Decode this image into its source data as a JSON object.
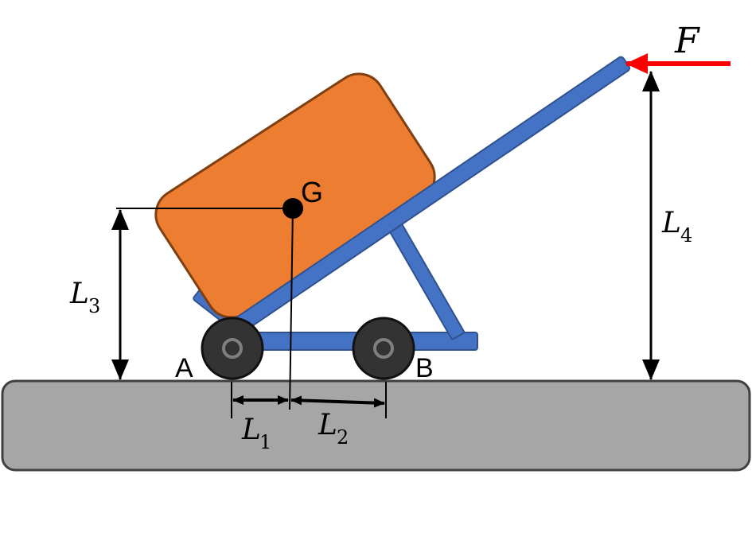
{
  "diagram": {
    "labels": {
      "force": "F",
      "center_of_gravity": "G",
      "point_a": "A",
      "point_b": "B",
      "l1": {
        "symbol": "L",
        "subscript": "1"
      },
      "l2": {
        "symbol": "L",
        "subscript": "2"
      },
      "l3": {
        "symbol": "L",
        "subscript": "3"
      },
      "l4": {
        "symbol": "L",
        "subscript": "4"
      }
    },
    "colors": {
      "ground": "#a6a6a6",
      "ground_stroke": "#404040",
      "frame": "#4472c4",
      "frame_stroke": "#2f528f",
      "box": "#ed7d31",
      "box_stroke": "#7f3f10",
      "wheel": "#333333",
      "wheel_hub": "#7f7f7f",
      "force_arrow": "#ff0000",
      "dimension_lines": "#000000"
    }
  }
}
